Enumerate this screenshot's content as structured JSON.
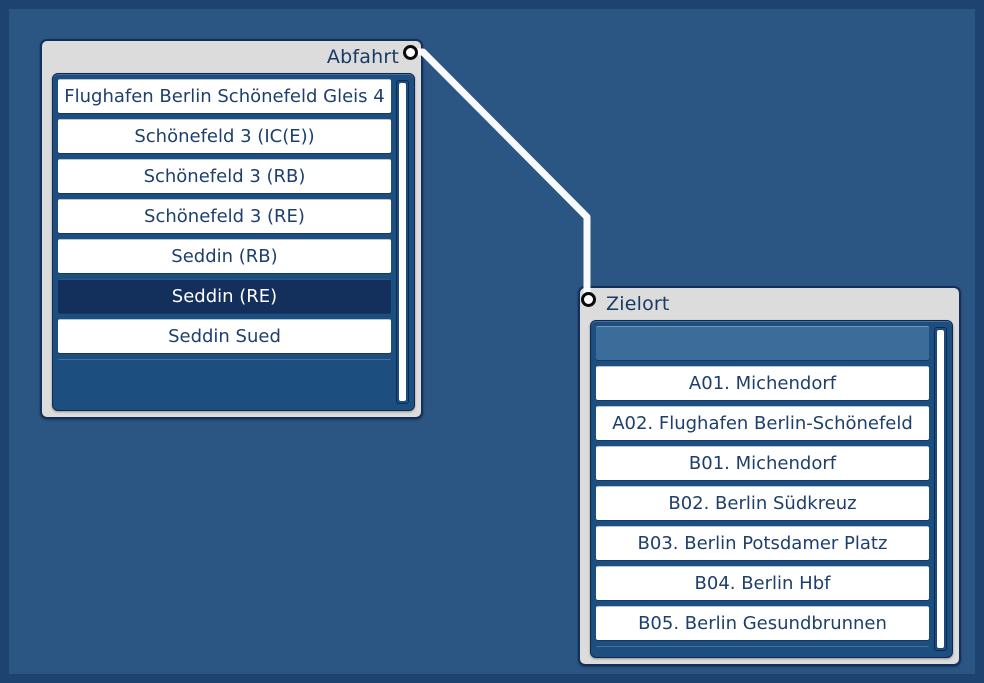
{
  "canvas": {
    "background_color": "#2b5582",
    "border_color": "#1d4470"
  },
  "connector": {
    "name": "abfahrt-to-zielort-link",
    "color": "#ffffff",
    "from_port": "abfahrt-port",
    "to_port": "zielort-port"
  },
  "panels": [
    {
      "id": "abfahrt",
      "title": "Abfahrt",
      "title_align": "right",
      "port_label": "abfahrt-port",
      "items": [
        {
          "label": "Flughafen Berlin Schönefeld Gleis 4",
          "selected": false
        },
        {
          "label": "Schönefeld 3 (IC(E))",
          "selected": false
        },
        {
          "label": "Schönefeld 3 (RB)",
          "selected": false
        },
        {
          "label": "Schönefeld 3 (RE)",
          "selected": false
        },
        {
          "label": "Seddin (RB)",
          "selected": false
        },
        {
          "label": "Seddin (RE)",
          "selected": true
        },
        {
          "label": "Seddin Sued",
          "selected": false
        }
      ],
      "trailing_blank_rows": 1,
      "leading_blank_row": false,
      "scrollbar": {
        "position": "right",
        "thumb_full": true
      }
    },
    {
      "id": "zielort",
      "title": "Zielort",
      "title_align": "left",
      "port_label": "zielort-port",
      "items": [
        {
          "label": "A01. Michendorf",
          "selected": false
        },
        {
          "label": "A02. Flughafen Berlin-Schönefeld",
          "selected": false
        },
        {
          "label": "B01. Michendorf",
          "selected": false
        },
        {
          "label": "B02. Berlin Südkreuz",
          "selected": false
        },
        {
          "label": "B03. Berlin Potsdamer Platz",
          "selected": false
        },
        {
          "label": "B04. Berlin Hbf",
          "selected": false
        },
        {
          "label": "B05. Berlin Gesundbrunnen",
          "selected": false
        }
      ],
      "trailing_blank_rows": 1,
      "leading_blank_row": true,
      "scrollbar": {
        "position": "right",
        "thumb_full": true
      }
    }
  ]
}
